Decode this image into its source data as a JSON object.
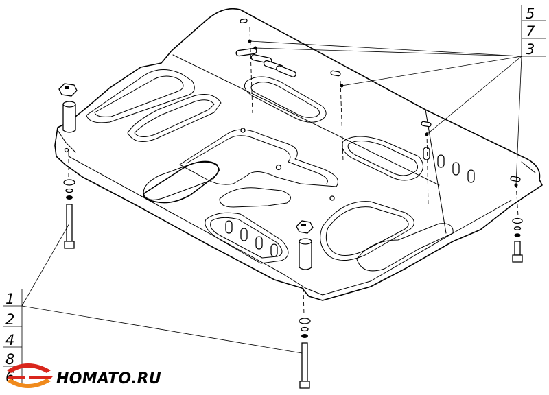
{
  "diagram": {
    "callouts_left": [
      "1",
      "2",
      "4",
      "8",
      "6"
    ],
    "callouts_right": [
      "5",
      "7",
      "3"
    ]
  },
  "brand": {
    "name": "HOMATO.RU",
    "colors": {
      "logo_red": "#d9261c",
      "logo_orange": "#f08a1c",
      "ink": "#000000"
    }
  }
}
